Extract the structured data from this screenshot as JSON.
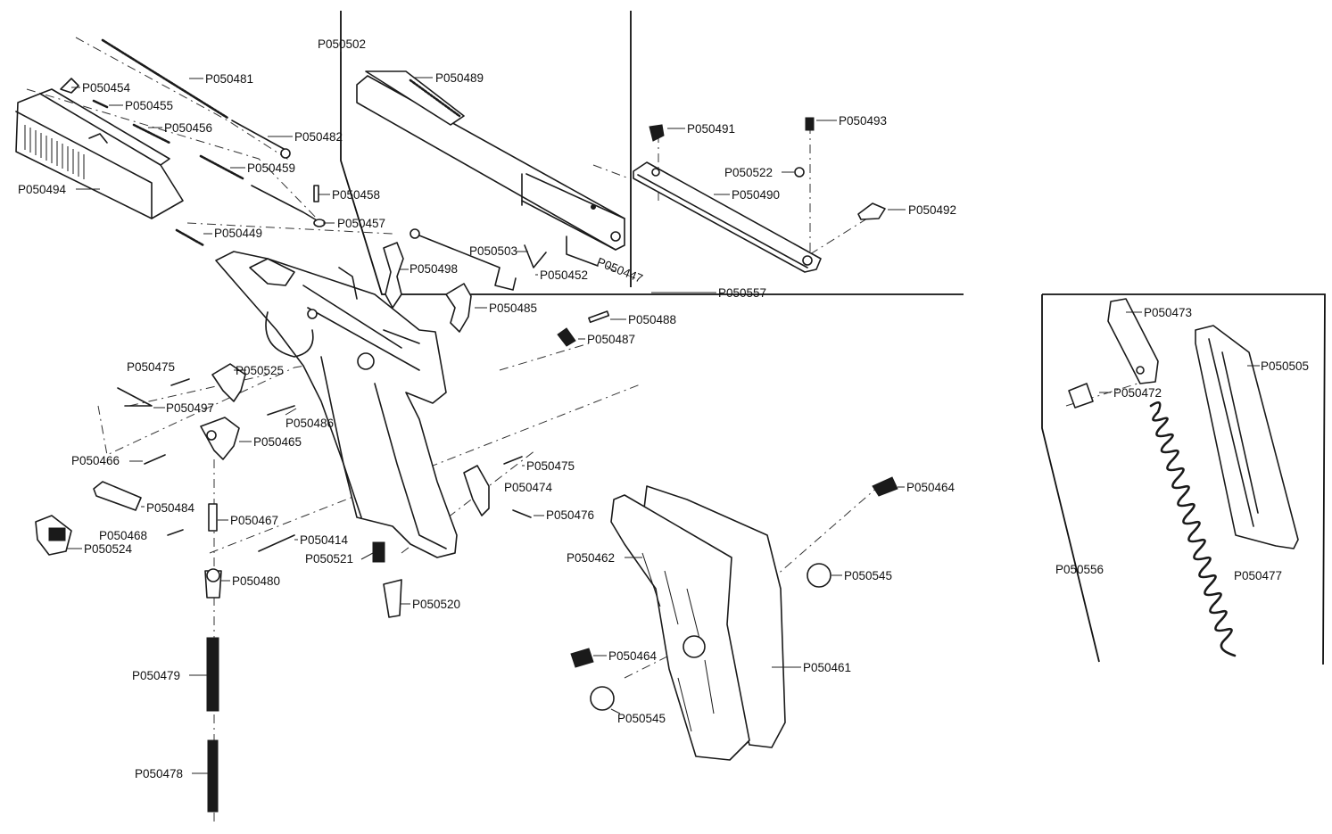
{
  "colors": {
    "ink": "#1a1a1a",
    "paper": "#ffffff"
  },
  "labels": {
    "P050502": "P050502",
    "P050481": "P050481",
    "P050454": "P050454",
    "P050455": "P050455",
    "P050456": "P050456",
    "P050482": "P050482",
    "P050459": "P050459",
    "P050458": "P050458",
    "P050494": "P050494",
    "P050457": "P050457",
    "P050449": "P050449",
    "P050489": "P050489",
    "P050491": "P050491",
    "P050493": "P050493",
    "P050522": "P050522",
    "P050490": "P050490",
    "P050492": "P050492",
    "P050503": "P050503",
    "P050498": "P050498",
    "P050452": "P050452",
    "P050447": "P050447",
    "P050557": "P050557",
    "P050485": "P050485",
    "P050488": "P050488",
    "P050487": "P050487",
    "P050475a": "P050475",
    "P050525": "P050525",
    "P050497": "P050497",
    "P050486": "P050486",
    "P050465": "P050465",
    "P050466": "P050466",
    "P050475b": "P050475",
    "P050474": "P050474",
    "P050484": "P050484",
    "P050476": "P050476",
    "P050467": "P050467",
    "P050468": "P050468",
    "P050524": "P050524",
    "P050414": "P050414",
    "P050521": "P050521",
    "P050462": "P050462",
    "P050480": "P050480",
    "P050520": "P050520",
    "P050464a": "P050464",
    "P050545a": "P050545",
    "P050464b": "P050464",
    "P050461": "P050461",
    "P050479": "P050479",
    "P050545b": "P050545",
    "P050478": "P050478",
    "P050473": "P050473",
    "P050505": "P050505",
    "P050472": "P050472",
    "P050556": "P050556",
    "P050477": "P050477"
  }
}
